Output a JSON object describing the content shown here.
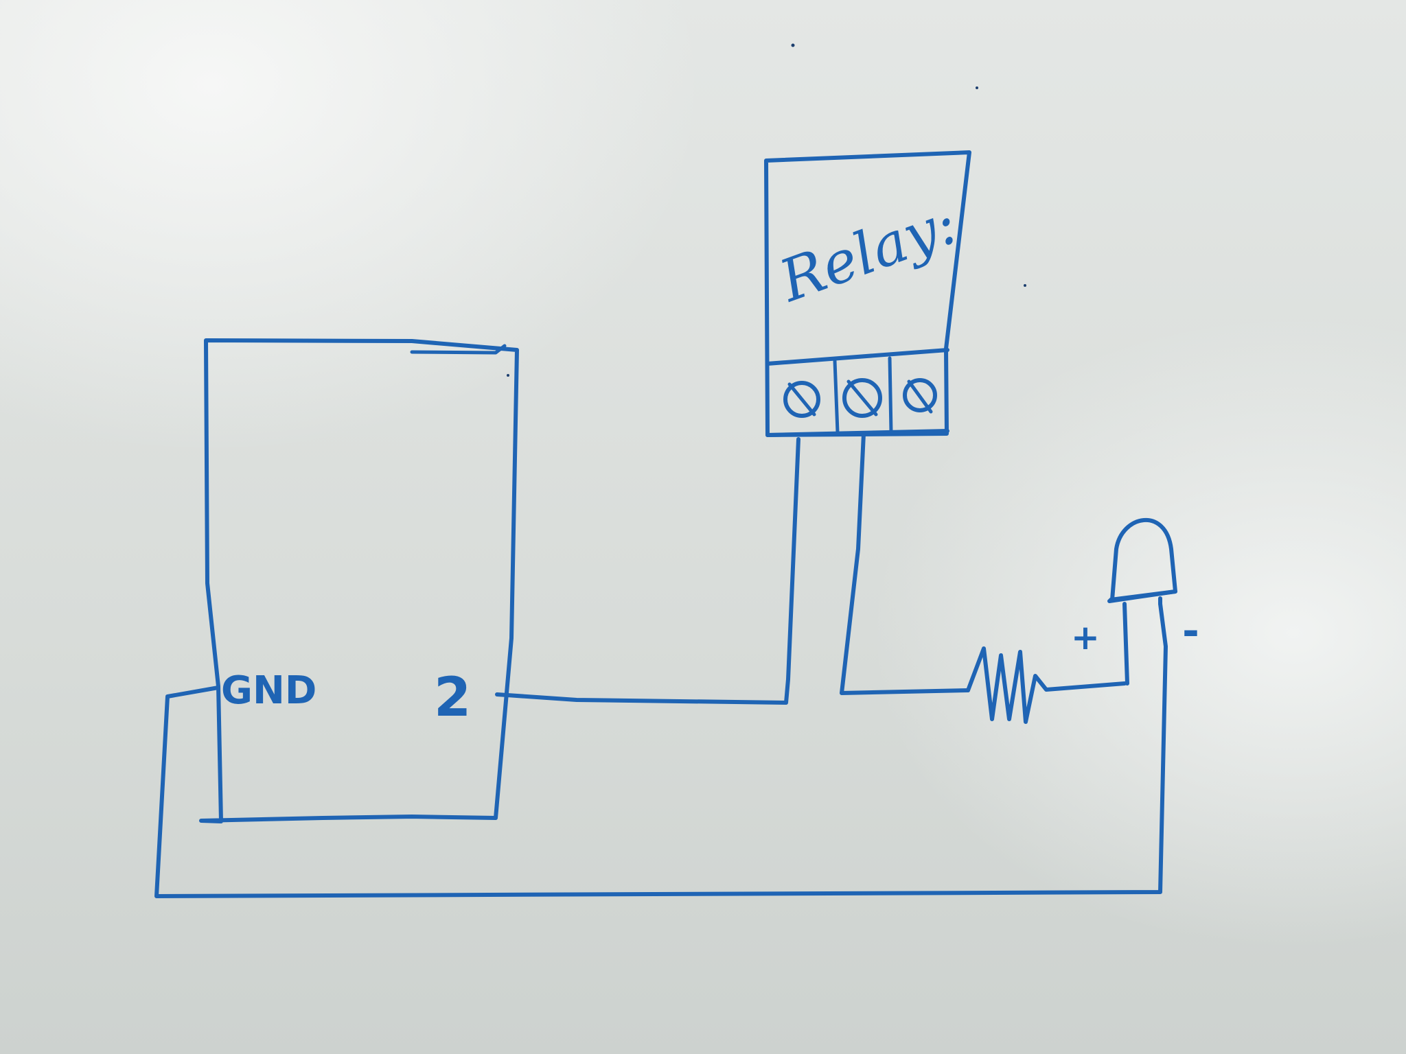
{
  "diagram": {
    "background": "#dfe3e1",
    "ink_color": "#1f64b4",
    "labels": {
      "gnd": "GND",
      "pin": "2",
      "relay": "Relay:",
      "plus": "+",
      "minus": "-"
    },
    "components": {
      "board": {
        "name": "microcontroller-board",
        "pins": [
          "GND",
          "2"
        ]
      },
      "relay": {
        "name": "relay-module",
        "terminal_count": 3
      },
      "resistor": {
        "name": "resistor"
      },
      "led": {
        "name": "led",
        "polarity": [
          "+",
          "-"
        ]
      }
    }
  }
}
